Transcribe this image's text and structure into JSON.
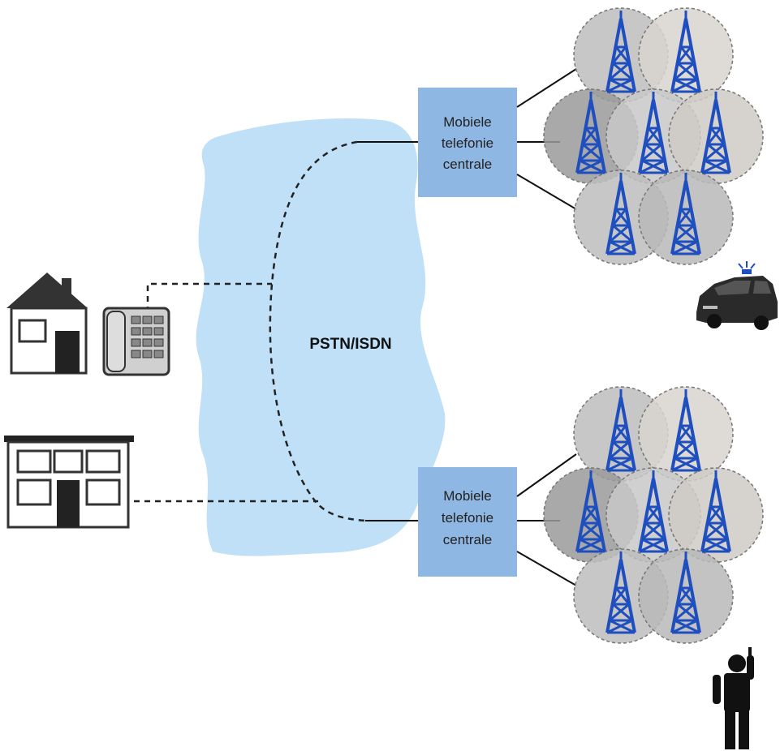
{
  "network": {
    "label": "PSTN/ISDN",
    "color": "#bfe0f7"
  },
  "switches": [
    {
      "name": "switch-top",
      "lines": [
        "Mobiele",
        "telefonie",
        "centrale"
      ],
      "color": "#8fb7e3"
    },
    {
      "name": "switch-bottom",
      "lines": [
        "Mobiele",
        "telefonie",
        "centrale"
      ],
      "color": "#8fb7e3"
    }
  ],
  "endpoints": {
    "house": "house-icon",
    "telephone": "desk-telephone-icon",
    "office": "office-building-icon",
    "car": "car-icon",
    "person": "person-with-handset-icon"
  },
  "cells": {
    "tower_icon": "radio-tower-icon",
    "tower_color": "#1f4fbf",
    "cell_shades": [
      "#b8b8b8",
      "#d8d4cf",
      "#9a9a9a",
      "#cfcac4",
      "#bdbdbd",
      "#a6a6a6",
      "#c8c8c8"
    ]
  }
}
